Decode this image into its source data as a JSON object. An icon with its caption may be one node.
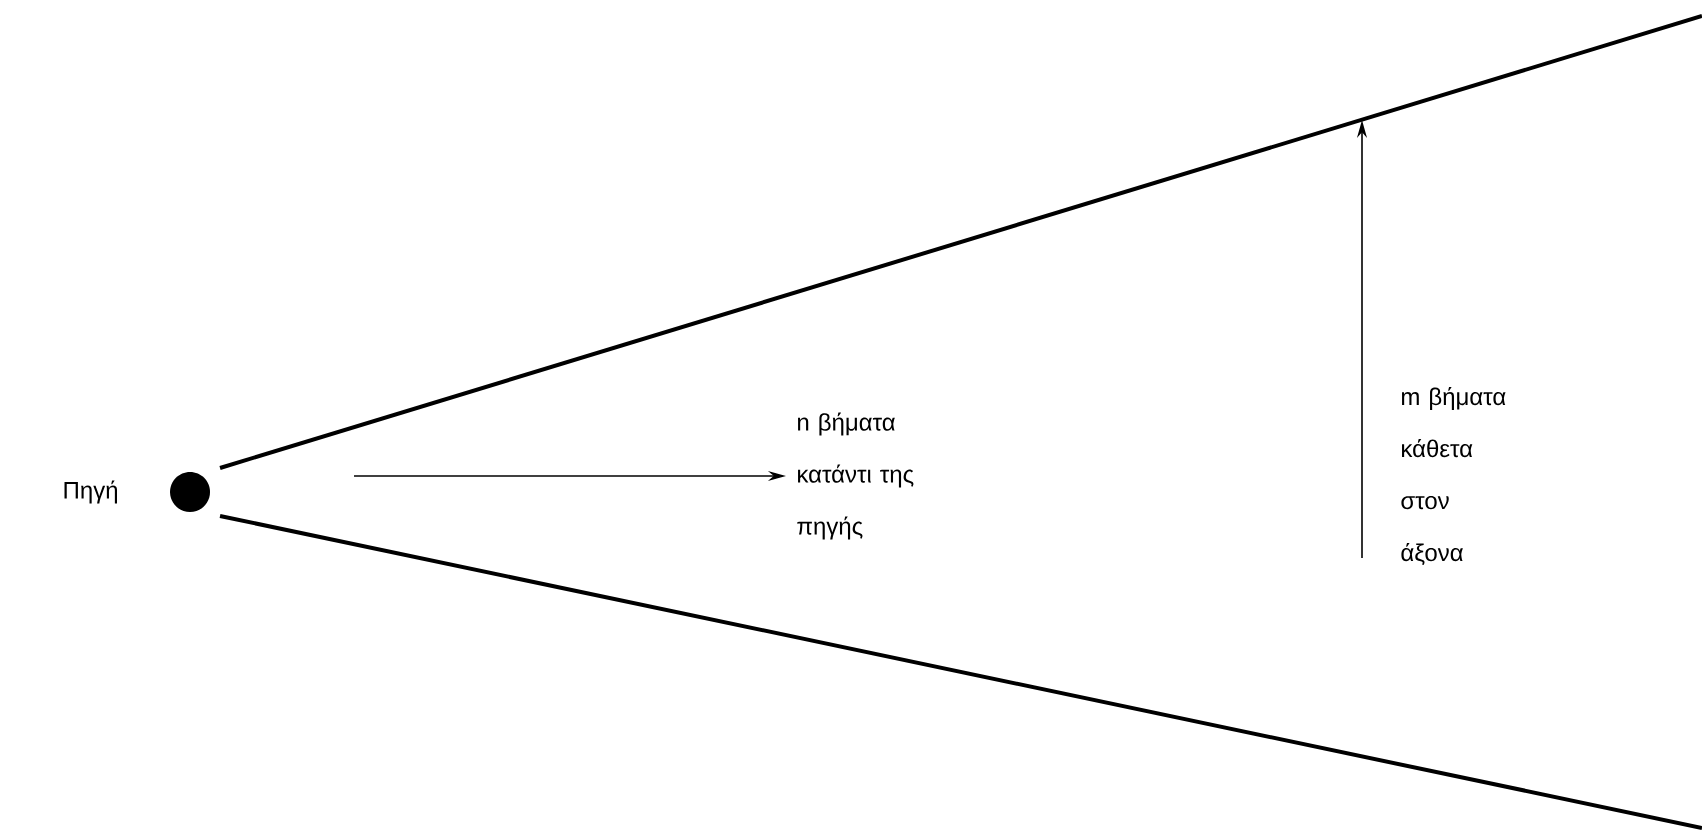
{
  "diagram": {
    "nodes": [
      {
        "text": [],
        "shape": "circle",
        "beside": [
          "Πηγή"
        ]
      }
    ],
    "labels": [
      "n βήματα κατάντι της πηγής",
      "m βήματα κάθετα στον άξονα"
    ]
  }
}
